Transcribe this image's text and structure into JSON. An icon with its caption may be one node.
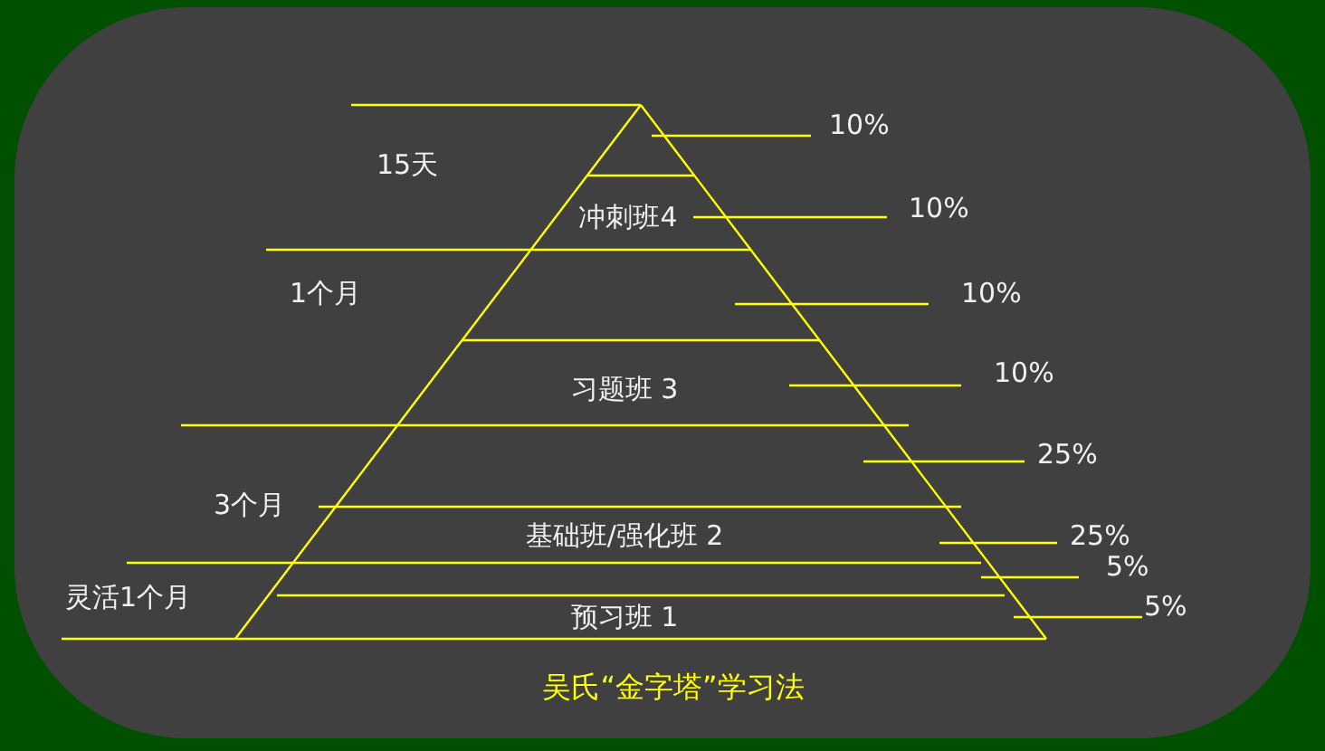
{
  "diagram": {
    "caption": "吴氏“金字塔”学习法",
    "labels": [
      "10%",
      "15天",
      "冲刺班4",
      "10%",
      "1个月",
      "10%",
      "10%",
      "习题班 3",
      "25%",
      "3个月",
      "基础班/强化班 2",
      "25%",
      "5%",
      "灵活1个月",
      "预习班 1",
      "5%"
    ]
  }
}
